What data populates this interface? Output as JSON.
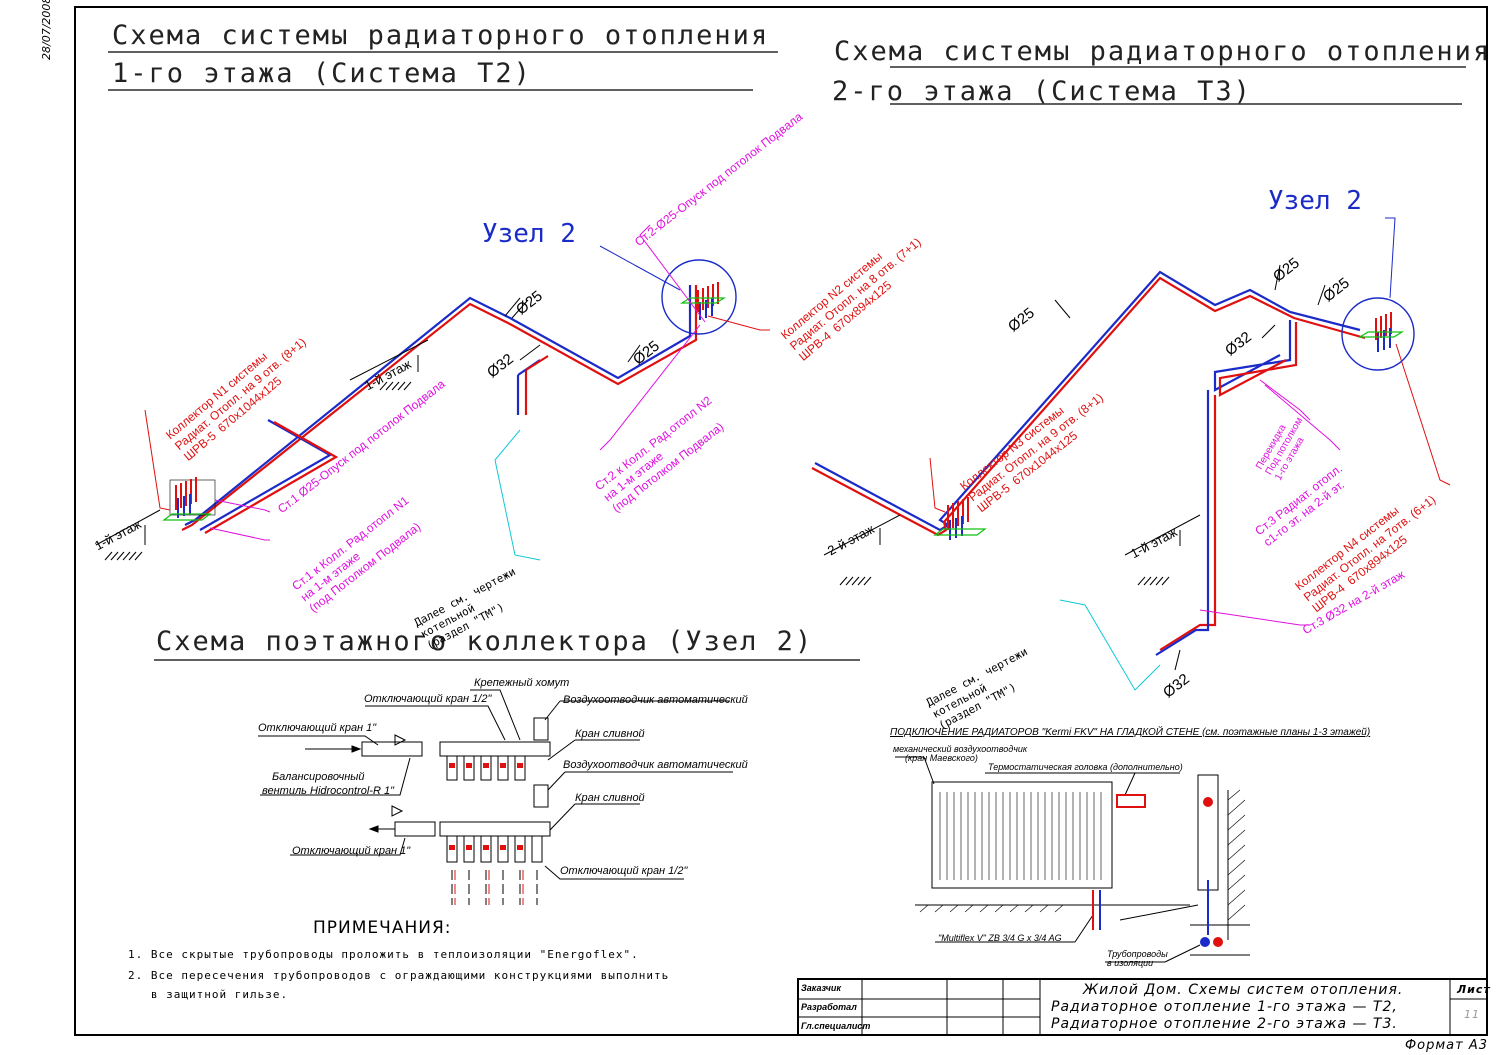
{
  "date": "28/07/2008",
  "titles": {
    "floor1_line1": "Схема системы радиаторного отопления",
    "floor1_line2": "1-го этажа (Система Т2)",
    "floor2_line1": "Схема системы радиаторного отопления",
    "floor2_line2": "2-го этажа (Система Т3)",
    "collector": "Схема поэтажного коллектора (Узел 2)"
  },
  "uzel_left": "Узел 2",
  "uzel_right": "Узел 2",
  "left_scheme": {
    "collector1": [
      "Коллектор N1 системы",
      "Радиат. Отопл. на 9 отв. (8+1)",
      "ШРВ-5  670х1044х125"
    ],
    "collector2": [
      "Коллектор N2 системы",
      "Радиат. Отопл. на 8 отв. (7+1)",
      "ШРВ-4  670х894х125"
    ],
    "st2_down": "Ст.2-Ø25-Опуск под потолок Подвала",
    "st1_down": "Ст.1 Ø25-Опуск под потолок Подвала",
    "st1_to": [
      "Ст.1 к Колл. Рад.отопл N1",
      "на 1-м этаже",
      "(под Потолком Подвала)"
    ],
    "st2_to": [
      "Ст.2 к Колл. Рад.отопл N2",
      "на 1-м этаже",
      "(под Потолком Подвала)"
    ],
    "d25a": "Ø25",
    "d25b": "Ø25",
    "d32": "Ø32",
    "floor_a": "1-й этаж",
    "floor_b": "1-й этаж",
    "boiler": [
      "Далее см. чертежи",
      "котельной",
      "(раздел \"ТМ\")"
    ]
  },
  "right_scheme": {
    "collector3": [
      "Коллектор N3 системы",
      "Радиат. Отопл. на 9 отв. (8+1)",
      "ШРВ-5  670х1044х125"
    ],
    "collector4": [
      "Коллектор N4 системы",
      "Радиат. Отопл. на 7отв. (6+1)",
      "ШРВ-4  670х894х125"
    ],
    "perekid": [
      "Перекидка",
      "Под потолком",
      "1-го этажа"
    ],
    "st3": [
      "Ст.3 Радиат. отопл.",
      "с1-го эт. на 2-й эт."
    ],
    "st3_d32": "Ст.3 Ø32 на 2-й этаж",
    "d25a": "Ø25",
    "d25b": "Ø25",
    "d25c": "Ø25",
    "d32a": "Ø32",
    "d32b": "Ø32",
    "floor_a": "2-й этаж",
    "floor_b": "1-й этаж",
    "boiler": [
      "Далее см. чертежи",
      "котельной",
      "(раздел \"ТМ\")"
    ]
  },
  "collector_labels": {
    "clamp": "Крепежный хомут",
    "valve_half_top": "Отключающий кран 1/2\"",
    "air_vent_1": "Воздухоотводчик автоматический",
    "drain_1": "Кран сливной",
    "air_vent_2": "Воздухоотводчик автоматический",
    "drain_2": "Кран сливной",
    "valve_1_top": "Отключающий кран 1\"",
    "balance": [
      "Балансировочный",
      "вентиль Hidrocontrol-R 1\""
    ],
    "valve_1_bottom": "Отключающий кран 1\"",
    "valve_half_bottom": "Отключающий кран 1/2\""
  },
  "radiator": {
    "heading": "ПОДКЛЮЧЕНИЕ РАДИАТОРОВ \"Kermi FKV\" НА ГЛАДКОЙ СТЕНЕ (см. поэтажные планы 1-3 этажей)",
    "air_vent": [
      "механический воздухоотводчик",
      "(кран Маевского)"
    ],
    "thermo": "Термостатическая головка (дополнительно)",
    "multiflex": "\"Multiflex V\" ZB 3/4 G x 3/4 AG",
    "pipes": [
      "Трубопроводы",
      "в изоляции"
    ]
  },
  "notes": {
    "title": "ПРИМЕЧАНИЯ:",
    "items": [
      "1. Все скрытые трубопроводы проложить в теплоизоляции \"Energoflex\".",
      "2. Все пересечения трубопроводов с ограждающими конструкциями выполнить",
      "   в защитной гильзе."
    ]
  },
  "stamp": {
    "rows": [
      "Заказчик",
      "Разработал",
      "Гл.специалист"
    ],
    "title_lines": [
      "Жилой Дом. Схемы систем отопления.",
      "Радиаторное отопление 1-го этажа — Т2,",
      "Радиаторное отопление 2-го этажа — Т3."
    ],
    "sheet_label": "Лист",
    "sheet_number": "11"
  },
  "format": "Формат А3",
  "colors": {
    "supply": "#e01010",
    "return": "#1a2bc8",
    "label_magenta": "#e010e0",
    "label_cyan": "#10c8d8"
  }
}
